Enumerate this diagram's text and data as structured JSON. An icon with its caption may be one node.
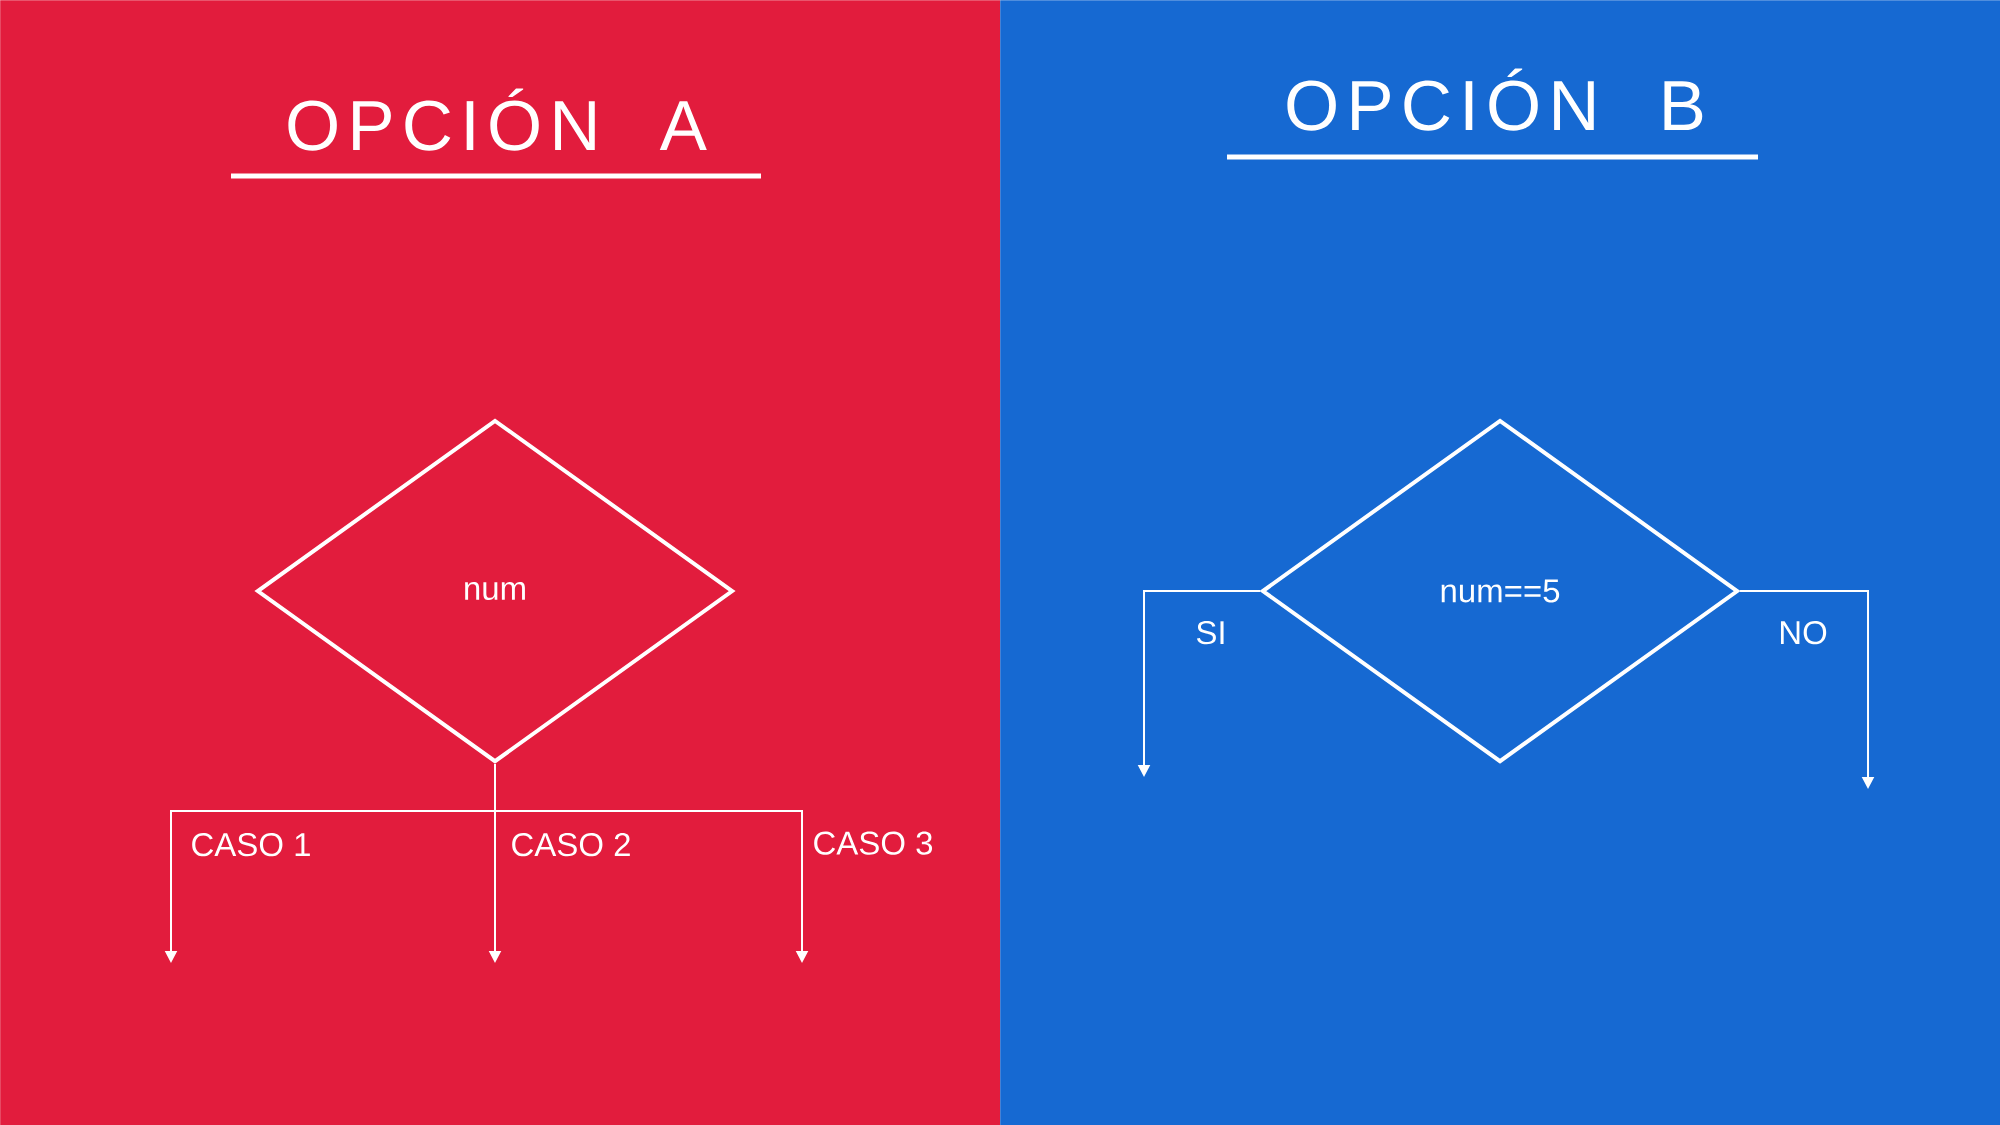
{
  "diagram": {
    "nodes": [
      {
        "text": [
          "OPCIÓN A"
        ]
      },
      {
        "text": [
          "OPCIÓN B"
        ]
      },
      {
        "text": [
          "num"
        ],
        "in": 0
      },
      {
        "text": [
          "num==5"
        ],
        "in": 1
      }
    ],
    "edges": [
      {
        "from": 2,
        "to": null,
        "arrow": "to",
        "label": "CASO 1"
      },
      {
        "from": 2,
        "to": null,
        "arrow": "to",
        "label": "CASO 2"
      },
      {
        "from": 2,
        "to": null,
        "arrow": "to",
        "label": "CASO 3"
      },
      {
        "from": 3,
        "to": null,
        "arrow": "to",
        "label": "SI"
      },
      {
        "from": 3,
        "to": null,
        "arrow": "to",
        "label": "NO"
      }
    ]
  }
}
